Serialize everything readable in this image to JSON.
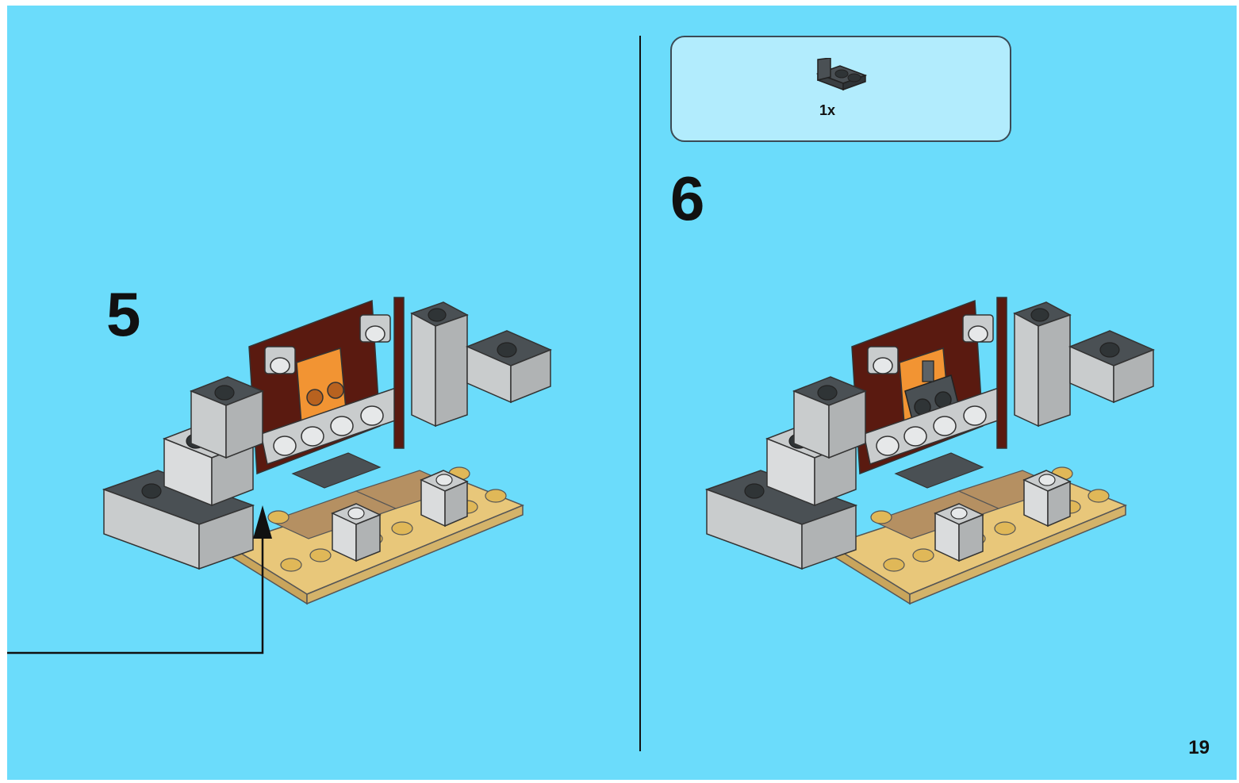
{
  "page": {
    "background_color": "#6bdcfb",
    "page_number": "19"
  },
  "steps": [
    {
      "number": "5"
    },
    {
      "number": "6"
    }
  ],
  "parts_callout": {
    "count_label": "1x",
    "part_icon": "dark-gray-angle-plate-icon"
  },
  "colors": {
    "tan": "#e8c77a",
    "dark_tan": "#b59062",
    "light_gray": "#c9cccd",
    "dark_gray": "#4a5054",
    "reddish_brown": "#5a1a10",
    "orange": "#f29433"
  }
}
